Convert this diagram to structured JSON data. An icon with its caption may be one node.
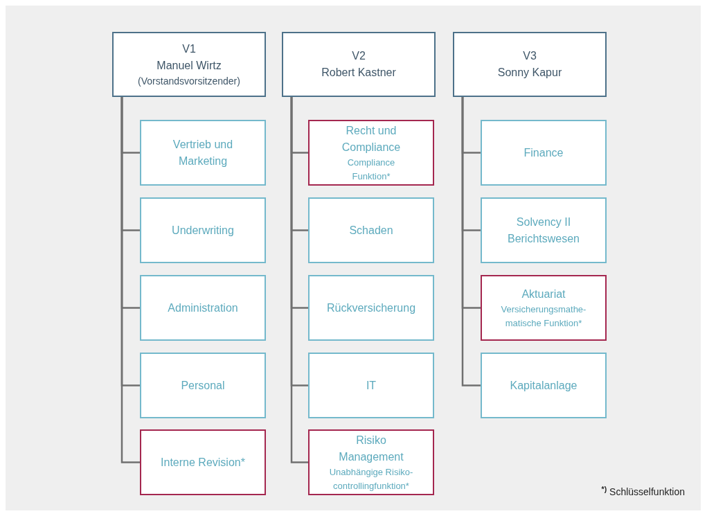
{
  "diagram": {
    "nodes": [
      {
        "text": [
          "V1",
          "Manuel Wirtz",
          "(Vorstandsvorsitzender)"
        ]
      },
      {
        "text": [
          "Vertrieb und Marketing"
        ]
      },
      {
        "text": [
          "Underwriting"
        ]
      },
      {
        "text": [
          "Administration"
        ]
      },
      {
        "text": [
          "Personal"
        ]
      },
      {
        "text": [
          "Interne Revision*"
        ]
      },
      {
        "text": [
          "V2",
          "Robert Kastner"
        ]
      },
      {
        "text": [
          "Recht und Compliance",
          "Compliance Funktion*"
        ]
      },
      {
        "text": [
          "Schaden"
        ]
      },
      {
        "text": [
          "Rückversicherung"
        ]
      },
      {
        "text": [
          "IT"
        ]
      },
      {
        "text": [
          "Risiko Management",
          "Unabhängige Risiko-controllingfunktion*"
        ]
      },
      {
        "text": [
          "V3",
          "Sonny Kapur"
        ]
      },
      {
        "text": [
          "Finance"
        ]
      },
      {
        "text": [
          "Solvency II Berichtswesen"
        ]
      },
      {
        "text": [
          "Aktuariat",
          "Versicherungsmathe-matische Funktion*"
        ]
      },
      {
        "text": [
          "Kapitalanlage"
        ]
      }
    ],
    "edges": [
      {
        "from": 0,
        "to": 1,
        "arrow": "none"
      },
      {
        "from": 0,
        "to": 2,
        "arrow": "none"
      },
      {
        "from": 0,
        "to": 3,
        "arrow": "none"
      },
      {
        "from": 0,
        "to": 4,
        "arrow": "none"
      },
      {
        "from": 0,
        "to": 5,
        "arrow": "none"
      },
      {
        "from": 6,
        "to": 7,
        "arrow": "none"
      },
      {
        "from": 6,
        "to": 8,
        "arrow": "none"
      },
      {
        "from": 6,
        "to": 9,
        "arrow": "none"
      },
      {
        "from": 6,
        "to": 10,
        "arrow": "none"
      },
      {
        "from": 6,
        "to": 11,
        "arrow": "none"
      },
      {
        "from": 12,
        "to": 13,
        "arrow": "none"
      },
      {
        "from": 12,
        "to": 14,
        "arrow": "none"
      },
      {
        "from": 12,
        "to": 15,
        "arrow": "none"
      },
      {
        "from": 12,
        "to": 16,
        "arrow": "none"
      }
    ],
    "labels": [
      "$^{*)}$ Schlüsselfunktion"
    ]
  }
}
